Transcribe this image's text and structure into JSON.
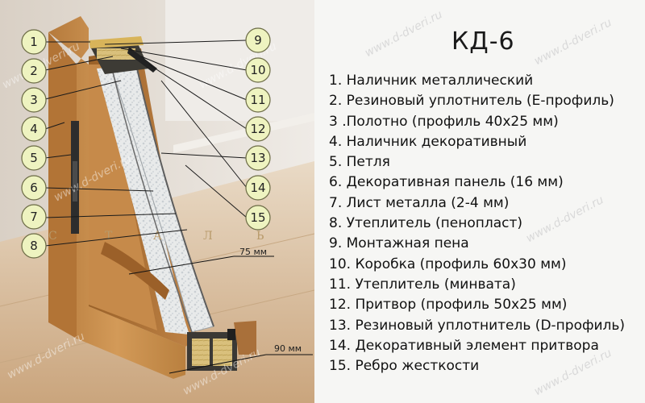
{
  "title": "КД-6",
  "legend": [
    "1. Наличник металлический",
    "2. Резиновый уплотнитель (Е-профиль)",
    "3 .Полотно (профиль 40х25 мм)",
    "4. Наличник декоративный",
    "5. Петля",
    "6. Декоративная панель (16 мм)",
    "7. Лист металла (2-4 мм)",
    "8. Утеплитель (пенопласт)",
    "9. Монтажная пена",
    "10. Коробка (профиль 60х30 мм)",
    "11. Утеплитель (минвата)",
    "12. Притвор (профиль 50х25 мм)",
    "13. Резиновый уплотнитель (D-профиль)",
    "14. Декоративный элемент притвора",
    "15. Ребро жесткости"
  ],
  "callouts": [
    "1",
    "2",
    "3",
    "4",
    "5",
    "6",
    "7",
    "8",
    "9",
    "10",
    "11",
    "12",
    "13",
    "14",
    "15"
  ],
  "dimensions": {
    "depth_top": "75 мм",
    "depth_bottom": "90 мм"
  },
  "watermark_text": "www.d-dveri.ru",
  "brand_letters": [
    "С",
    "Т",
    "А",
    "Л",
    "Ь"
  ],
  "colors": {
    "callout_fill": "#eef3c0",
    "callout_stroke": "#6b6b45",
    "wood_front": "#c98e4d",
    "wood_side": "#a96e32",
    "insulation": "#e6e8e4",
    "mineral_wool": "#d6c28a",
    "wall": "#e3dcd2",
    "floor": "#d8c3a6"
  }
}
